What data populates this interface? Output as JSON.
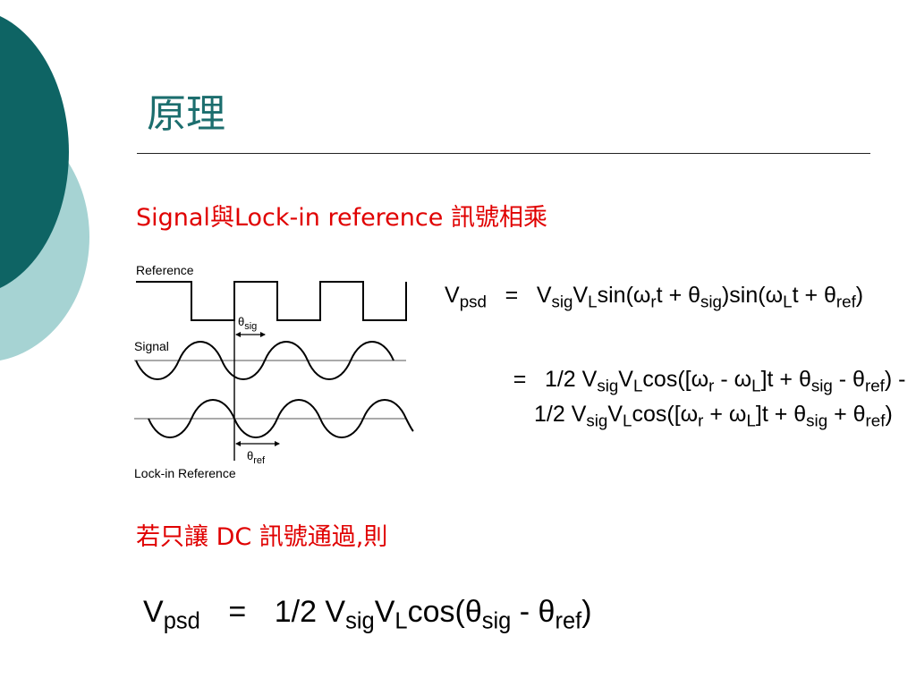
{
  "slide": {
    "title": "原理",
    "heading_1": "Signal與Lock-in reference 訊號相乘",
    "heading_2": "若只讓 DC 訊號通過,則"
  },
  "diagram": {
    "label_reference": "Reference",
    "label_signal": "Signal",
    "label_lockin": "Lock-in Reference",
    "theta_sym": "θ",
    "theta_sig_sub": "sig",
    "theta_ref_sub": "ref"
  },
  "equations": {
    "eq1": {
      "lhs_v": "V",
      "lhs_sub": "psd",
      "eq": "=",
      "p1": "V",
      "s1": "sig",
      "p2": "V",
      "s2": "L",
      "p3": "sin(ω",
      "s3": "r",
      "p4": "t + θ",
      "s4": "sig",
      "p5": ")sin(ω",
      "s5": "L",
      "p6": "t + θ",
      "s6": "ref",
      "p7": ")"
    },
    "eq2": {
      "eq": "=",
      "p1": "1/2 V",
      "s1": "sig",
      "p2": "V",
      "s2": "L",
      "p3": "cos([ω",
      "s3": "r",
      "p4": " - ω",
      "s4": "L",
      "p5": "]t + θ",
      "s5": "sig",
      "p6": " - θ",
      "s6": "ref",
      "p7": ") -"
    },
    "eq3": {
      "p1": "1/2 V",
      "s1": "sig",
      "p2": "V",
      "s2": "L",
      "p3": "cos([ω",
      "s3": "r",
      "p4": " + ω",
      "s4": "L",
      "p5": "]t + θ",
      "s5": "sig",
      "p6": " + θ",
      "s6": "ref",
      "p7": ")"
    },
    "final": {
      "lhs_v": "V",
      "lhs_sub": "psd",
      "eq": "=",
      "p1": "1/2 V",
      "s1": "sig",
      "p2": "V",
      "s2": "L",
      "p3": "cos(θ",
      "s3": "sig",
      "p4": " - θ",
      "s4": "ref",
      "p5": ")"
    }
  },
  "colors": {
    "title": "#1c6e6e",
    "heading": "#e00000",
    "deco_dark": "#0e6464",
    "deco_light": "#a6d3d3"
  }
}
